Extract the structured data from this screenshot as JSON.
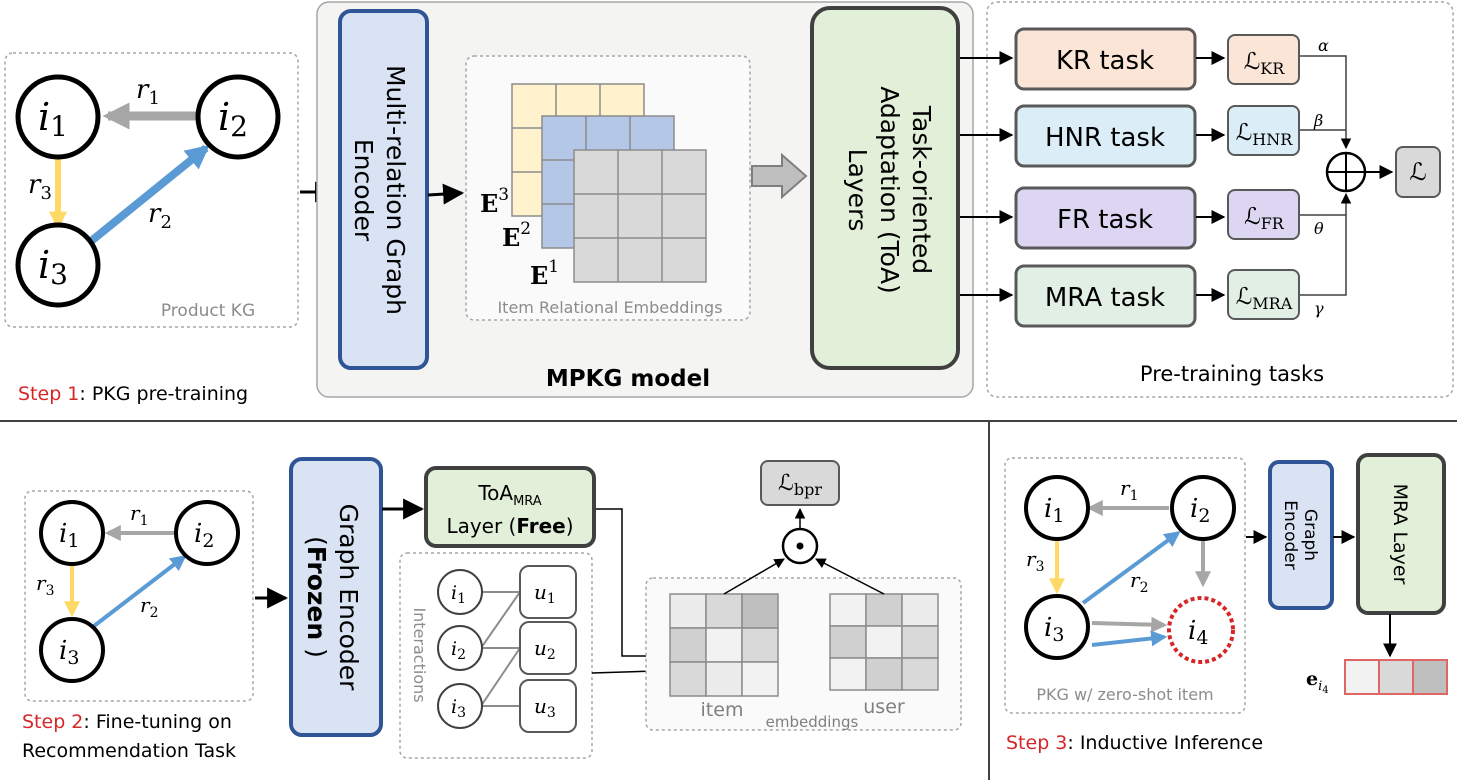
{
  "step1": {
    "number": "Step 1",
    "label": ": PKG pre-training",
    "kg_caption": "Product KG",
    "nodes": {
      "i1_base": "i",
      "i1_sub": "1",
      "i2_base": "i",
      "i2_sub": "2",
      "i3_base": "i",
      "i3_sub": "3"
    },
    "edges": {
      "r1_base": "r",
      "r1_sub": "1",
      "r2_base": "r",
      "r2_sub": "2",
      "r3_base": "r",
      "r3_sub": "3"
    },
    "encoder_line1": "Multi-relation Graph",
    "encoder_line2": "Encoder",
    "emb_caption": "Item Relational Embeddings",
    "e3": "E",
    "e3_sup": "3",
    "e2": "E",
    "e2_sup": "2",
    "e1": "E",
    "e1_sup": "1",
    "toa_line1": "Task-oriented",
    "toa_line2": "Adaptation (ToA)",
    "toa_line3": "Layers",
    "model_title": "MPKG model",
    "tasks_title": "Pre-training tasks",
    "tasks": [
      {
        "label": "KR task",
        "loss_sub": "KR",
        "weight": "α"
      },
      {
        "label": "HNR task",
        "loss_sub": "HNR",
        "weight": "β"
      },
      {
        "label": "FR task",
        "loss_sub": "FR",
        "weight": "θ"
      },
      {
        "label": "MRA task",
        "loss_sub": "MRA",
        "weight": "γ"
      }
    ],
    "loss_symbol": "ℒ",
    "plus": "⊕"
  },
  "step2": {
    "number": "Step 2",
    "label_line1": ": Fine-tuning on",
    "label_line2": "Recommendation Task",
    "nodes": {
      "i1_base": "i",
      "i1_sub": "1",
      "i2_base": "i",
      "i2_sub": "2",
      "i3_base": "i",
      "i3_sub": "3"
    },
    "edges": {
      "r1_base": "r",
      "r1_sub": "1",
      "r2_base": "r",
      "r2_sub": "2",
      "r3_base": "r",
      "r3_sub": "3"
    },
    "encoder_line1": "Graph Encoder",
    "encoder_open": "(",
    "encoder_frozen": "Frozen",
    "encoder_close": " )",
    "toa_base": "ToA",
    "toa_sub": "MRA",
    "toa_line2_a": "Layer (",
    "toa_line2_free": "Free",
    "toa_line2_b": ")",
    "interactions_label": "Interactions",
    "users": [
      {
        "base": "u",
        "sub": "1"
      },
      {
        "base": "u",
        "sub": "2"
      },
      {
        "base": "u",
        "sub": "3"
      }
    ],
    "bpr_symbol": "ℒ",
    "bpr_sub": "bpr",
    "dot": "·",
    "item_label": "item",
    "user_label": "user",
    "emb_label": "embeddings"
  },
  "step3": {
    "number": "Step 3",
    "label": ": Inductive Inference",
    "kg_caption": "PKG w/ zero-shot item",
    "nodes": {
      "i1_base": "i",
      "i1_sub": "1",
      "i2_base": "i",
      "i2_sub": "2",
      "i3_base": "i",
      "i3_sub": "3",
      "i4_base": "i",
      "i4_sub": "4"
    },
    "edges": {
      "r1_base": "r",
      "r1_sub": "1",
      "r2_base": "r",
      "r2_sub": "2",
      "r3_base": "r",
      "r3_sub": "3"
    },
    "encoder_line1": "Graph",
    "encoder_line2": "Encoder",
    "mra_layer": "MRA Layer",
    "out_base": "e",
    "out_sub": "i",
    "out_subsub": "4"
  },
  "colors": {
    "accent_red": "#d62728",
    "encoder_fill": "#dae3f3",
    "encoder_stroke": "#2f5597",
    "toa_fill": "#e2f0d9",
    "kr_fill": "#fbe5d6",
    "hnr_fill": "#dbeef8",
    "fr_fill": "#dcd6f2",
    "mra_fill": "#e2efe4",
    "r1_arrow": "#a6a6a6",
    "r2_arrow": "#5b9bd5",
    "r3_arrow": "#ffd966"
  }
}
